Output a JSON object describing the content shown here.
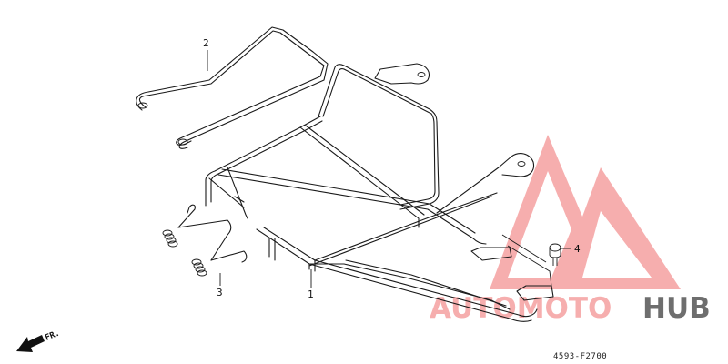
{
  "diagram": {
    "callouts": [
      {
        "id": "1",
        "label": "1"
      },
      {
        "id": "2",
        "label": "2"
      },
      {
        "id": "3",
        "label": "3"
      },
      {
        "id": "4",
        "label": "4"
      }
    ],
    "direction_label": "FR.",
    "drawing_code": "4593-F2700"
  },
  "watermark": {
    "text_part1": "AUTOMOTO",
    "text_part2": "HUB",
    "color_primary": "#f5a0a0",
    "color_secondary": "#555555",
    "accent_color": "#f4b25f"
  },
  "colors": {
    "line": "#1a1a1a",
    "background": "#ffffff"
  }
}
